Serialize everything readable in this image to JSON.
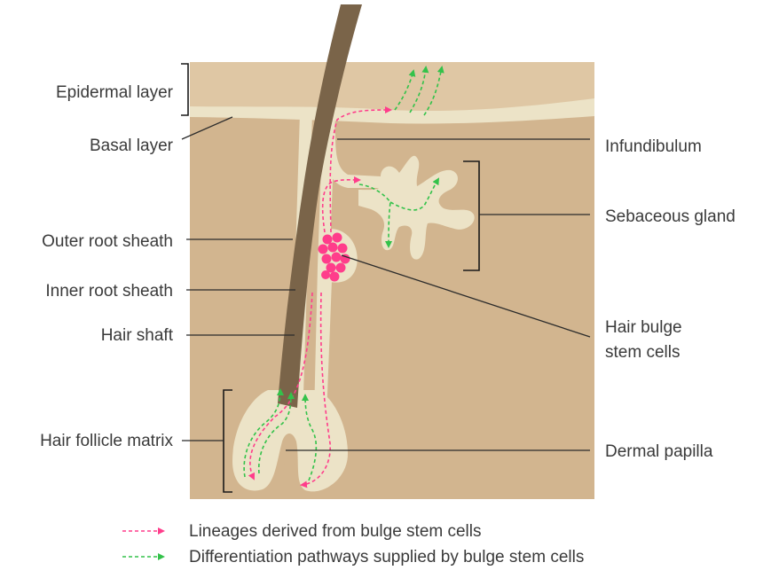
{
  "labels": {
    "epidermal_layer": "Epidermal layer",
    "basal_layer": "Basal layer",
    "outer_root_sheath": "Outer root sheath",
    "inner_root_sheath": "Inner root sheath",
    "hair_shaft": "Hair shaft",
    "hair_follicle_matrix": "Hair follicle matrix",
    "infundibulum": "Infundibulum",
    "sebaceous_gland": "Sebaceous gland",
    "hair_bulge_stem_cells_line1": "Hair bulge",
    "hair_bulge_stem_cells_line2": "stem cells",
    "dermal_papilla": "Dermal papilla"
  },
  "legend": {
    "lineages": "Lineages derived from bulge stem cells",
    "differentiation": "Differentiation pathways supplied by bulge stem cells"
  },
  "colors": {
    "dermis": "#d2b58f",
    "epidermis": "#dfc7a4",
    "sheath": "#ece3c7",
    "hair_shaft": "#7a6449",
    "stem_cells": "#ff3d8b",
    "lineage_arrow": "#ff3d8b",
    "differentiation_arrow": "#33c24a",
    "label_text": "#3a3a3a",
    "leader_line": "#2b2b2b"
  }
}
